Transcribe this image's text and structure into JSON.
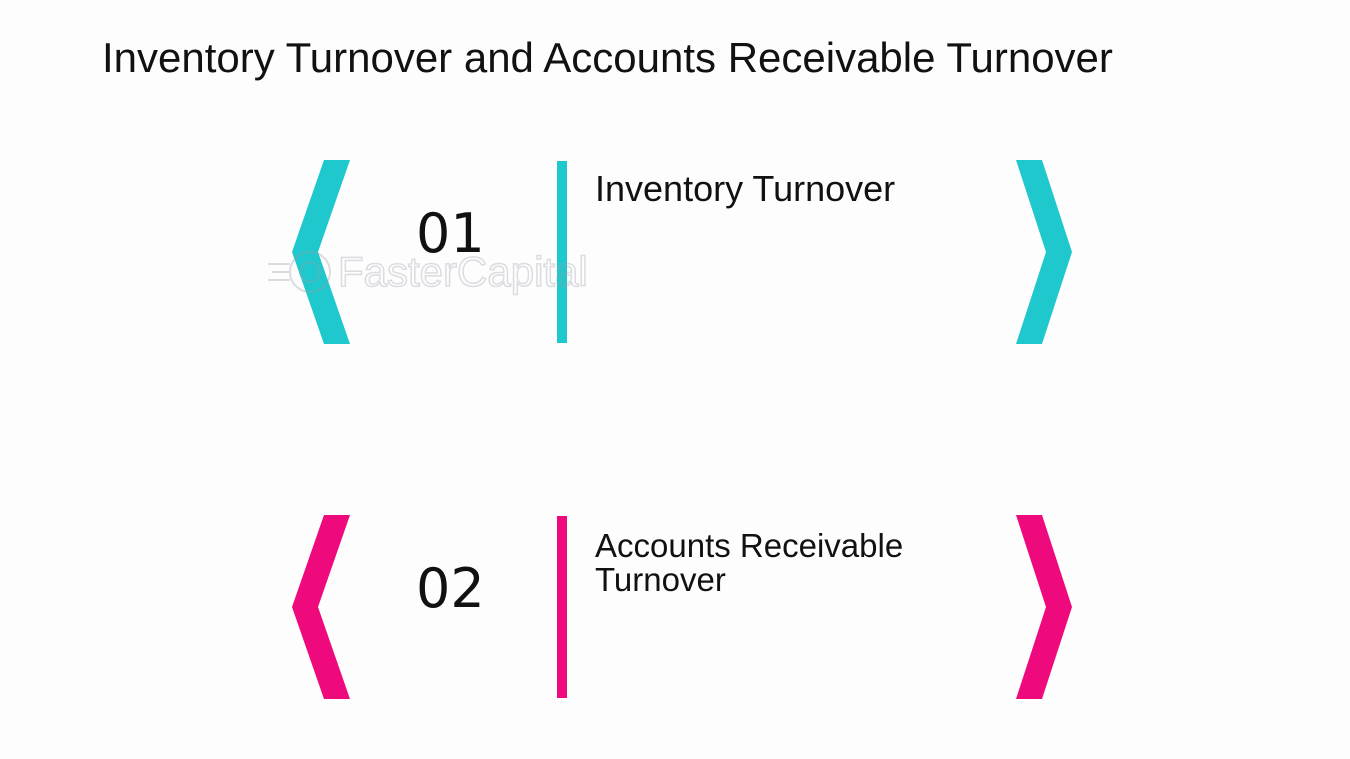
{
  "title": "Inventory Turnover and Accounts Receivable Turnover",
  "colors": {
    "teal": "#1ec8cc",
    "magenta": "#ee0a7c",
    "text": "#111111"
  },
  "items": [
    {
      "number": "01",
      "label": "Inventory Turnover",
      "color": "#1ec8cc"
    },
    {
      "number": "02",
      "label": "Accounts Receivable Turnover",
      "color": "#ee0a7c"
    }
  ],
  "watermark": {
    "text": "FasterCapital",
    "icon": "gear-icon"
  }
}
